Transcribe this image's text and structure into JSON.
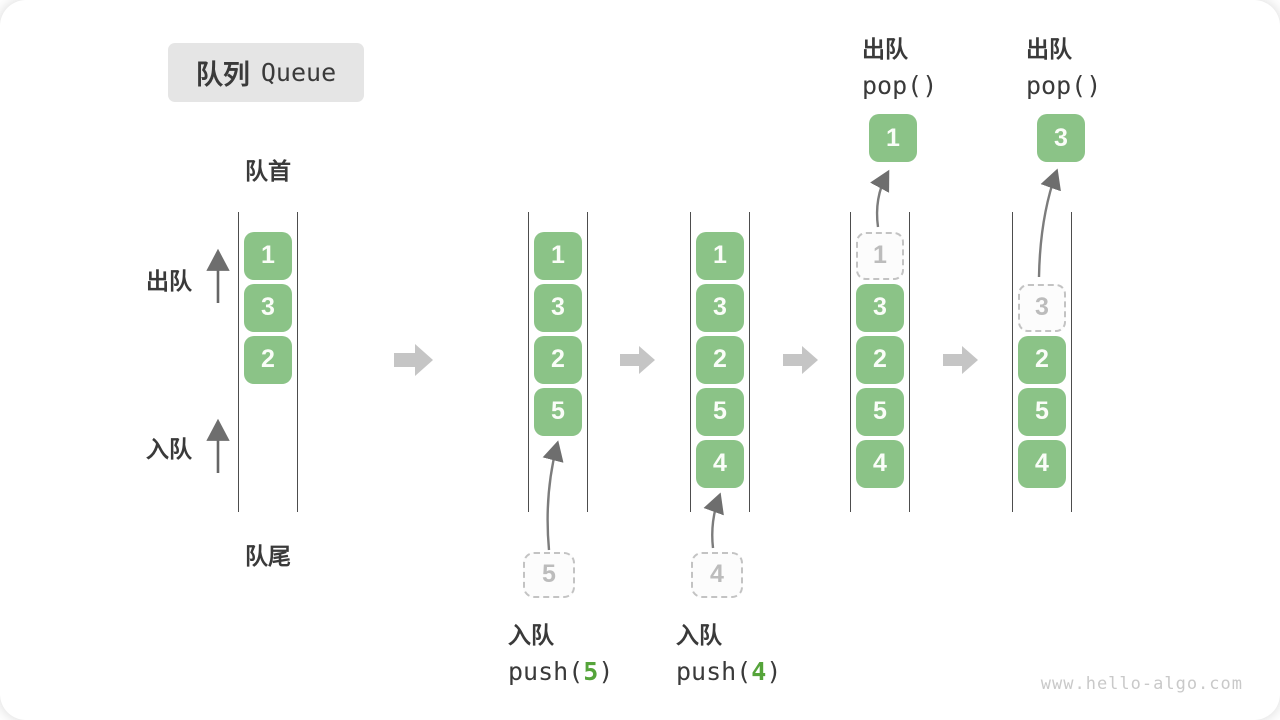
{
  "title": {
    "zh": "队列",
    "en": "Queue"
  },
  "labels": {
    "front": "队首",
    "rear": "队尾",
    "dequeue": "出队",
    "enqueue": "入队"
  },
  "watermark": "www.hello-algo.com",
  "colors": {
    "block_green": "#8bc387",
    "block_text": "#fafdf8",
    "code_arg_green": "#55a43a",
    "dashed_border": "#c3c3c3",
    "dashed_text": "#bcbcbc",
    "line_dark": "#4d4d4d",
    "text_dark": "#3a3a3a",
    "big_arrow_gray": "#c5c5c5",
    "thin_arrow_gray": "#7c7c7c",
    "title_bg": "#e5e5e5",
    "watermark_gray": "#c9c9c9"
  },
  "states": [
    {
      "cells": [
        {
          "value": "1",
          "style": "solid"
        },
        {
          "value": "3",
          "style": "solid"
        },
        {
          "value": "2",
          "style": "solid"
        }
      ]
    },
    {
      "cells": [
        {
          "value": "1",
          "style": "solid"
        },
        {
          "value": "3",
          "style": "solid"
        },
        {
          "value": "2",
          "style": "solid"
        },
        {
          "value": "5",
          "style": "solid"
        }
      ],
      "pending": "5",
      "op": {
        "name": "入队",
        "pre": "push(",
        "arg": "5",
        "post": ")"
      }
    },
    {
      "cells": [
        {
          "value": "1",
          "style": "solid"
        },
        {
          "value": "3",
          "style": "solid"
        },
        {
          "value": "2",
          "style": "solid"
        },
        {
          "value": "5",
          "style": "solid"
        },
        {
          "value": "4",
          "style": "solid"
        }
      ],
      "pending": "4",
      "op": {
        "name": "入队",
        "pre": "push(",
        "arg": "4",
        "post": ")"
      }
    },
    {
      "cells": [
        {
          "value": "1",
          "style": "dashed"
        },
        {
          "value": "3",
          "style": "solid"
        },
        {
          "value": "2",
          "style": "solid"
        },
        {
          "value": "5",
          "style": "solid"
        },
        {
          "value": "4",
          "style": "solid"
        }
      ],
      "popped": "1",
      "op": {
        "name": "出队",
        "pre": "pop(",
        "arg": "",
        "post": ")"
      }
    },
    {
      "cells": [
        {
          "value": "3",
          "style": "dashed"
        },
        {
          "value": "2",
          "style": "solid"
        },
        {
          "value": "5",
          "style": "solid"
        },
        {
          "value": "4",
          "style": "solid"
        }
      ],
      "popped": "3",
      "op": {
        "name": "出队",
        "pre": "pop(",
        "arg": "",
        "post": ")"
      }
    }
  ]
}
